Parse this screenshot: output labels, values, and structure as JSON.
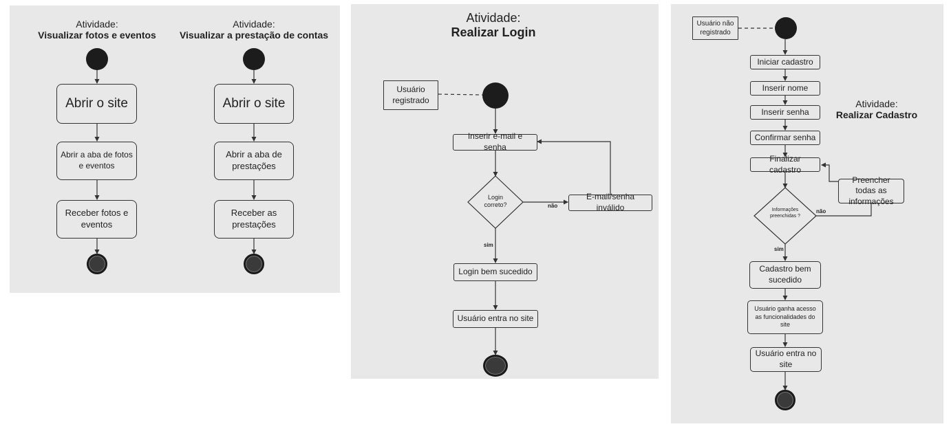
{
  "panel1": {
    "title_line1": "Atividade:",
    "title_line2": "Visualizar fotos e eventos",
    "steps": [
      "Abrir o site",
      "Abrir a aba de fotos e eventos",
      "Receber fotos e eventos"
    ]
  },
  "panel2": {
    "title_line1": "Atividade:",
    "title_line2": "Visualizar a prestação de contas",
    "steps": [
      "Abrir o site",
      "Abrir a aba de prestações",
      "Receber as prestações"
    ]
  },
  "panel3": {
    "title_line1": "Atividade:",
    "title_line2": "Realizar Login",
    "note": "Usuário registrado",
    "steps": [
      "Inserir e-mail e senha",
      "Login bem sucedido",
      "Usuário entra no site"
    ],
    "decision": "Login correto?",
    "error_box": "E-mail/senha inválido",
    "no_label": "não",
    "yes_label": "sim"
  },
  "panel4": {
    "title_line1": "Atividade:",
    "title_line2": "Realizar Cadastro",
    "note": "Usuário não registrado",
    "steps": [
      "Iniciar cadastro",
      "Inserir nome",
      "Inserir senha",
      "Confirmar senha",
      "Finalizar cadastro",
      "Cadastro bem sucedido",
      "Usuário ganha acesso as funcionalidades do site",
      "Usuário entra no site"
    ],
    "decision": "Informações preenchidas ?",
    "fix_box": "Preencher todas as informações",
    "no_label": "não",
    "yes_label": "sim"
  },
  "colors": {
    "panel_bg": "#e8e8e8",
    "node_fill": "#1c1c1c",
    "line": "#333333"
  }
}
